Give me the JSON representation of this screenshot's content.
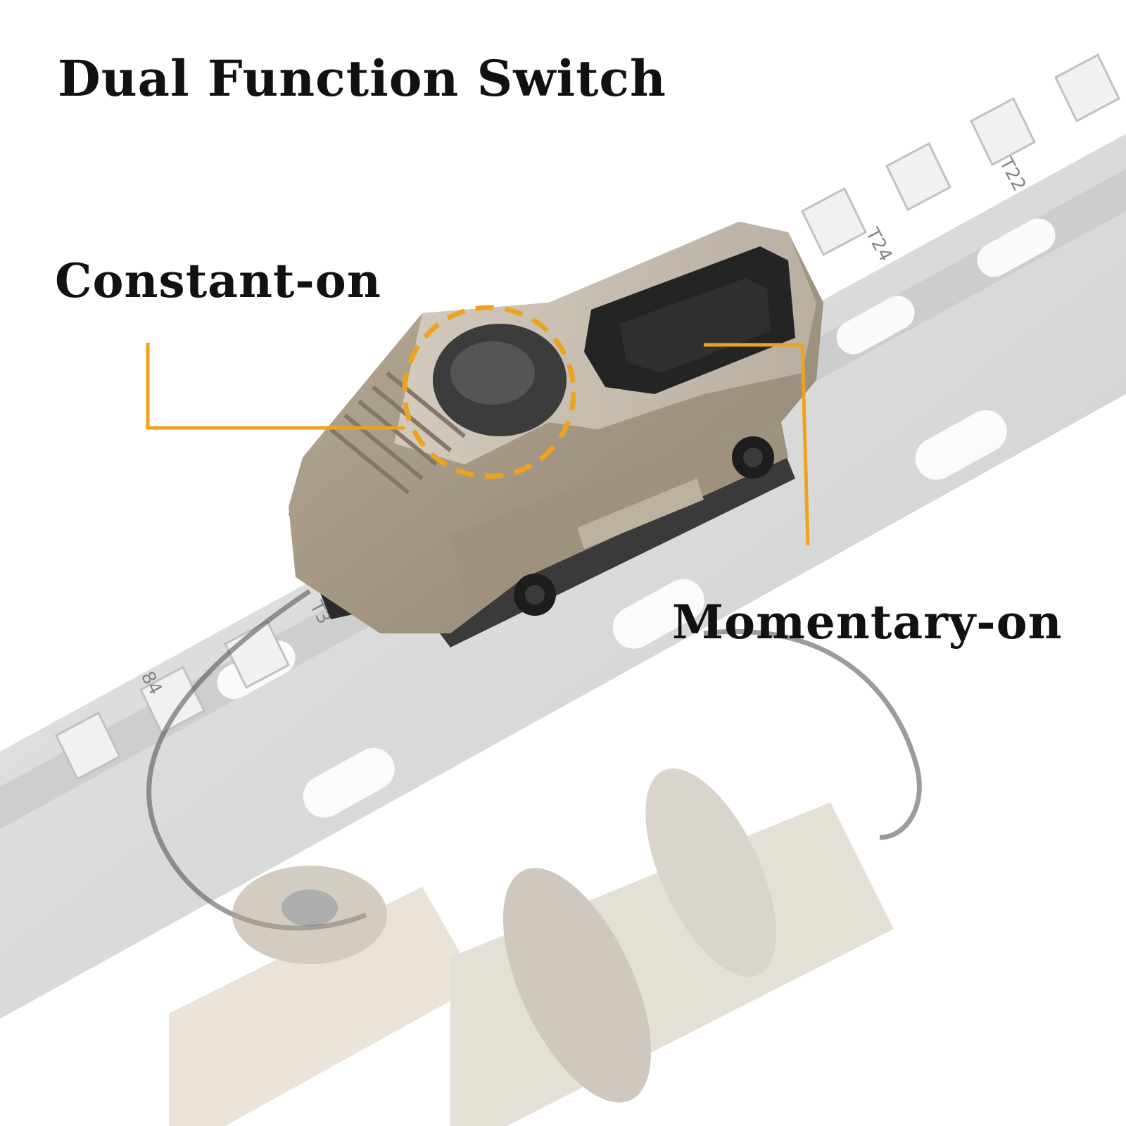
{
  "title": "Dual Function Switch",
  "callouts": {
    "constant_on": "Constant-on",
    "momentary_on": "Momentary-on"
  },
  "rail_markings": [
    "T22",
    "T24",
    "T3",
    "84"
  ],
  "colors": {
    "callout_accent": "#F0A21E",
    "switch_body": "#A89A86",
    "pad": "#222222",
    "rail": "#D4D6D5",
    "background": "#FFFFFF"
  }
}
